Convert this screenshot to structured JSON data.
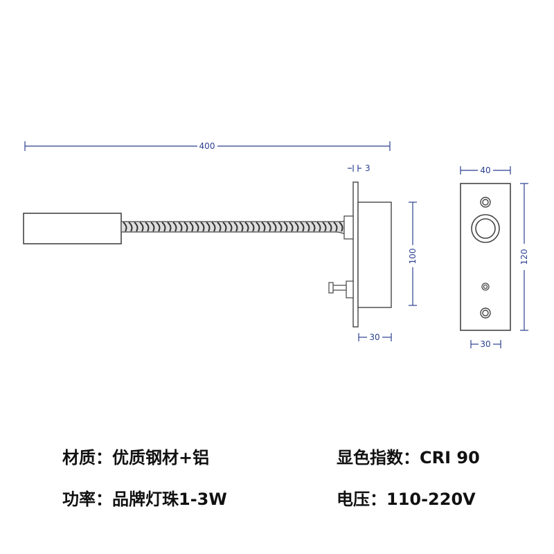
{
  "colors": {
    "dimension": "#2a3f8f",
    "outline": "#555555",
    "text": "#111111"
  },
  "dimensions": {
    "overall_length": "400",
    "plate_thickness": "3",
    "side_height": "100",
    "side_depth": "30",
    "front_width_top": "40",
    "front_height": "120",
    "front_width_bottom": "30"
  },
  "specs": {
    "material": "材质：优质钢材+铝",
    "cri": "显色指数：CRI 90",
    "power": "功率：品牌灯珠1-3W",
    "voltage": "电压：110-220V"
  }
}
